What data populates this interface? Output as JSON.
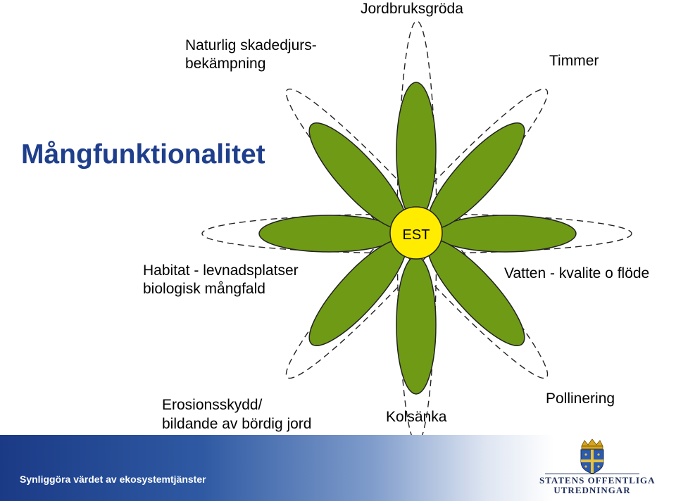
{
  "title": "Mångfunktionalitet",
  "center": "EST",
  "labels": {
    "top": "Jordbruksgröda",
    "top_left_1": "Naturlig skadedjurs-",
    "top_left_2": "bekämpning",
    "top_right": "Timmer",
    "left_1": "Habitat - levnadsplatser",
    "left_2": "biologisk mångfald",
    "right": "Vatten - kvalite o flöde",
    "bottom_left_1": "Erosionsskydd/",
    "bottom_left_2": "bildande av bördig jord",
    "bottom": "Kolsänka",
    "bottom_right": "Pollinering"
  },
  "footer": {
    "text": "Synliggöra värdet av ekosystemtjänster",
    "logo_line1": "STATENS OFFENTLIGA",
    "logo_line2": "UTREDNINGAR"
  },
  "colors": {
    "petal": "#6f9a16",
    "center": "#ffec00",
    "title": "#1f3f8c",
    "footer": "#1b3a86"
  }
}
